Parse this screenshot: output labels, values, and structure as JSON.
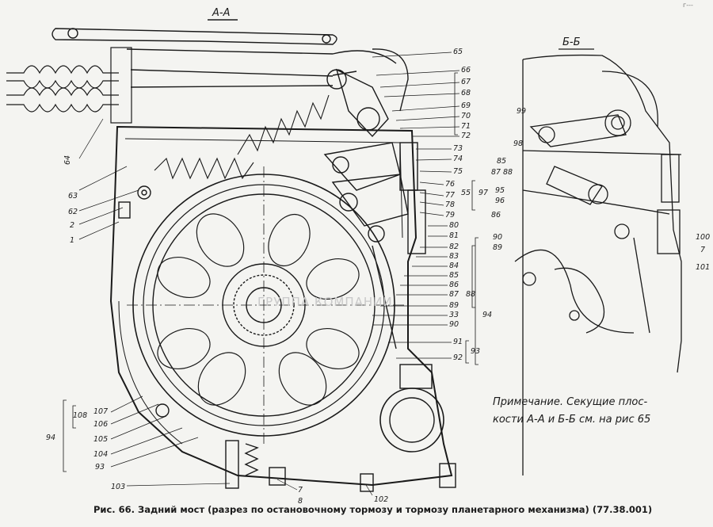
{
  "section_labels": {
    "aa": "А-А",
    "bb": "Б-Б"
  },
  "corner_mark": "г---",
  "watermark": "ГРУППА КОМПАНИИ",
  "note": {
    "line1": "Примечание. Секущие плос-",
    "line2": "кости А-А и Б-Б см. на рис 65"
  },
  "caption": "Рис. 66. Задний мост (разрез по остановочному тормозу и тормозу планетарного механизма) (77.38.001)",
  "callouts": {
    "left": [
      "64",
      "63",
      "62",
      "2",
      "1"
    ],
    "right_col": [
      "65",
      "66",
      "67",
      "68",
      "69",
      "70",
      "71",
      "72",
      "73",
      "74",
      "75",
      "76",
      "77",
      "78",
      "79",
      "80",
      "81",
      "82",
      "83",
      "84",
      "85",
      "86",
      "87",
      "88",
      "89",
      "33",
      "90",
      "91",
      "92"
    ],
    "right_groups": [
      "55",
      "97",
      "94",
      "93"
    ],
    "bottom_left": [
      "108",
      "107",
      "106",
      "94",
      "105",
      "104",
      "93"
    ],
    "bottom": [
      "103",
      "7",
      "8",
      "102"
    ],
    "bb": [
      "99",
      "98",
      "85",
      "87",
      "88",
      "95",
      "96",
      "86",
      "90",
      "89",
      "100",
      "7",
      "101"
    ]
  }
}
